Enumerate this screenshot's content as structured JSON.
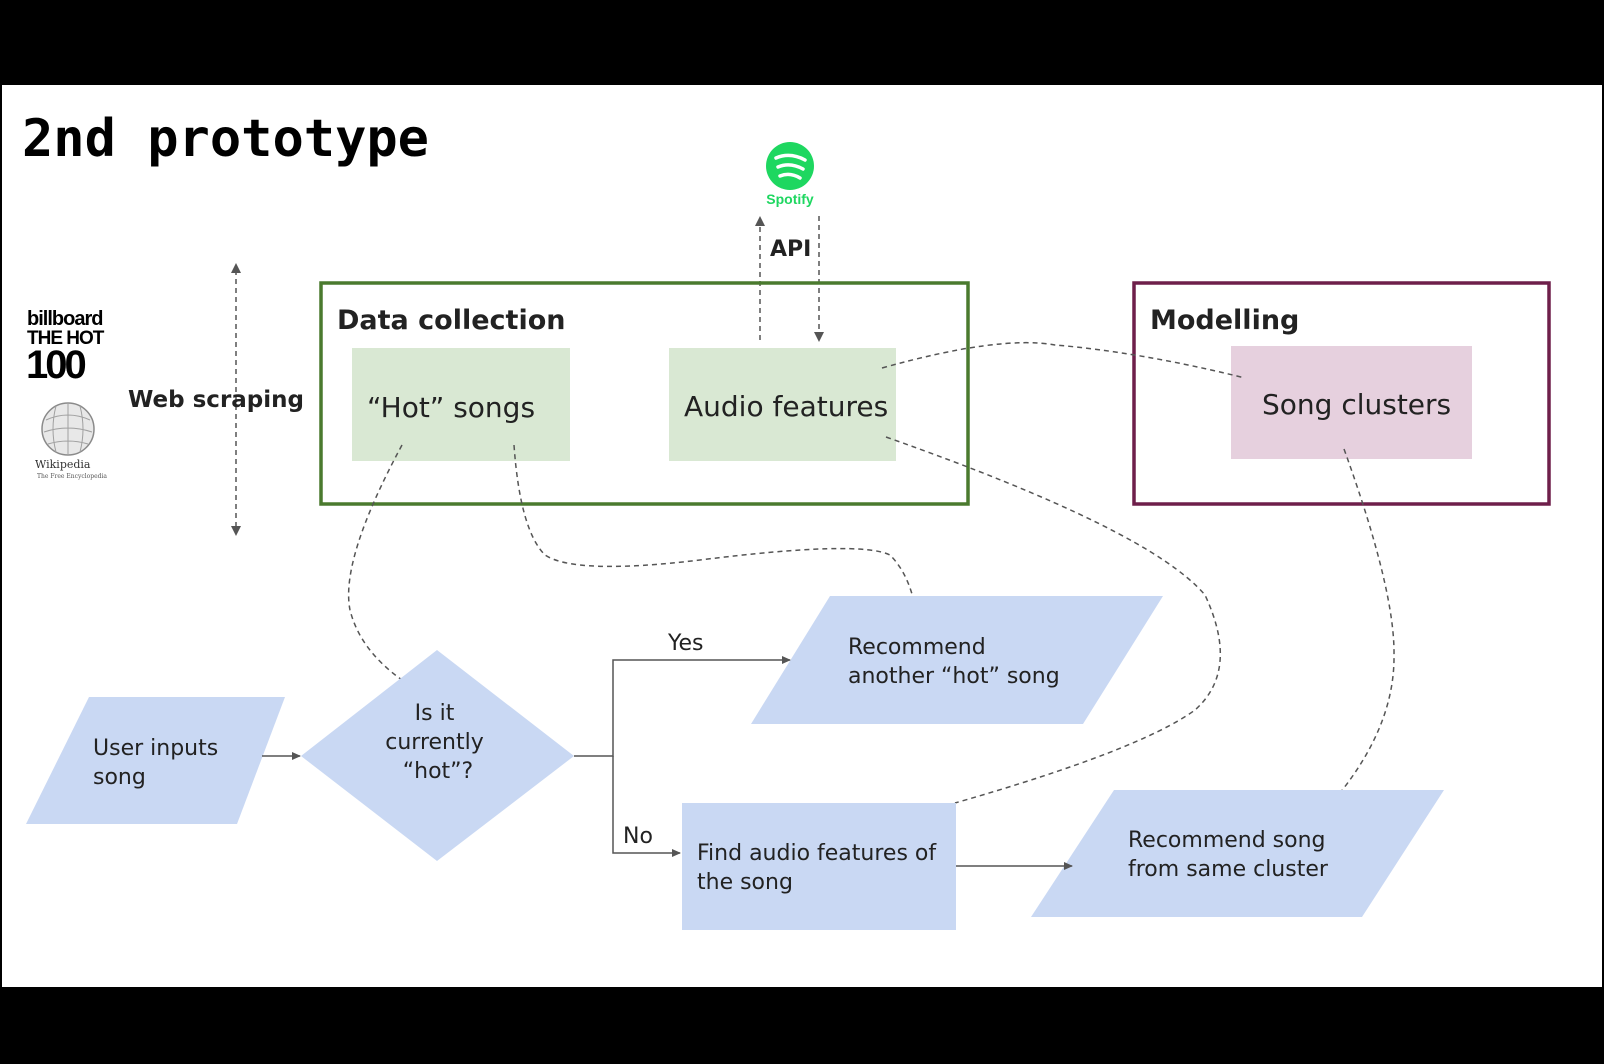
{
  "slide": {
    "title": "2nd prototype"
  },
  "logos": {
    "billboard": {
      "line1": "billboard",
      "line2": "THE HOT",
      "line3": "100"
    },
    "wikipedia": {
      "name": "Wikipedia",
      "tagline": "The Free Encyclopedia"
    },
    "spotify": {
      "name": "Spotify"
    }
  },
  "labels": {
    "web_scraping": "Web scraping",
    "api": "API",
    "yes": "Yes",
    "no": "No"
  },
  "groups": {
    "data_collection": {
      "title": "Data collection",
      "color": "#4a7a2e"
    },
    "modelling": {
      "title": "Modelling",
      "color": "#6e1f4a"
    }
  },
  "nodes": {
    "hot_songs": "“Hot” songs",
    "audio_features": "Audio features",
    "song_clusters": "Song clusters",
    "user_inputs": [
      "User inputs",
      "song"
    ],
    "is_hot": [
      "Is it",
      "currently",
      "“hot”?"
    ],
    "recommend_hot": [
      "Recommend",
      "another “hot” song"
    ],
    "find_features": [
      "Find audio features of",
      "the song"
    ],
    "recommend_cluster": [
      "Recommend song",
      "from same cluster"
    ]
  },
  "colors": {
    "flow_fill": "#c9d8f3",
    "data_fill": "#d9e8d3",
    "model_fill": "#e6d0de",
    "spotify_green": "#1ed760"
  }
}
